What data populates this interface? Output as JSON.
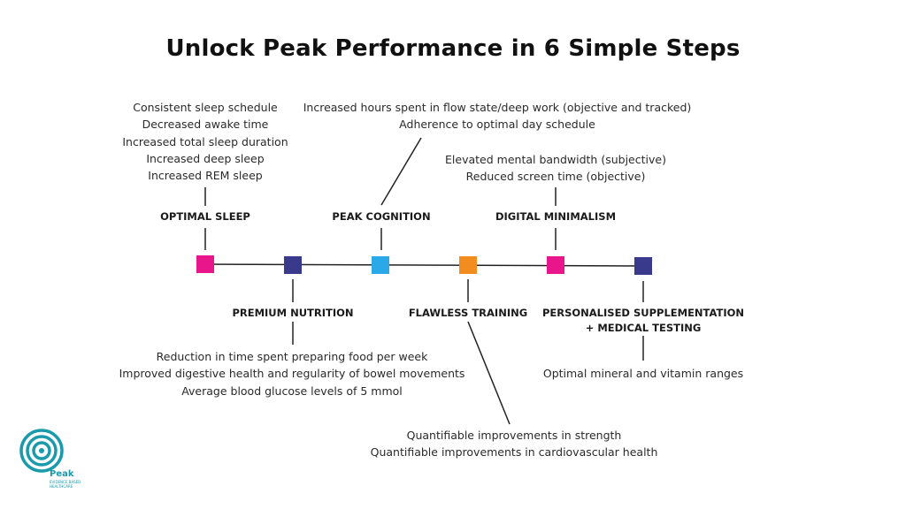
{
  "title": "Unlock Peak Performance in 6 Simple Steps",
  "steps": [
    {
      "label": "OPTIMAL SLEEP",
      "color": "#e8168a",
      "metrics": [
        "Consistent sleep schedule",
        "Decreased awake time",
        "Increased total sleep duration",
        "Increased deep sleep",
        "Increased REM sleep"
      ]
    },
    {
      "label": "PREMIUM NUTRITION",
      "color": "#3a3a8c",
      "metrics": [
        "Reduction in time spent preparing food per week",
        "Improved digestive health and regularity of bowel movements",
        "Average blood glucose levels of 5 mmol"
      ]
    },
    {
      "label": "PEAK COGNITION",
      "color": "#2aa8e8",
      "metrics": [
        "Increased hours spent in flow state/deep work (objective and tracked)",
        "Adherence to optimal day schedule"
      ]
    },
    {
      "label": "FLAWLESS TRAINING",
      "color": "#f28c1e",
      "metrics": [
        "Quantifiable improvements in strength",
        "Quantifiable improvements in cardiovascular health"
      ]
    },
    {
      "label": "DIGITAL MINIMALISM",
      "color": "#e8168a",
      "metrics": [
        "Elevated mental bandwidth (subjective)",
        "Reduced screen time (objective)"
      ]
    },
    {
      "label": "PERSONALISED SUPPLEMENTATION",
      "label2": "+ MEDICAL TESTING",
      "color": "#3a3a8c",
      "metrics": [
        "Optimal mineral and vitamin ranges"
      ]
    }
  ],
  "logo": {
    "name": "Peak",
    "tagline1": "EVIDENCE BASED",
    "tagline2": "HEALTHCARE",
    "color": "#1a9aab"
  }
}
